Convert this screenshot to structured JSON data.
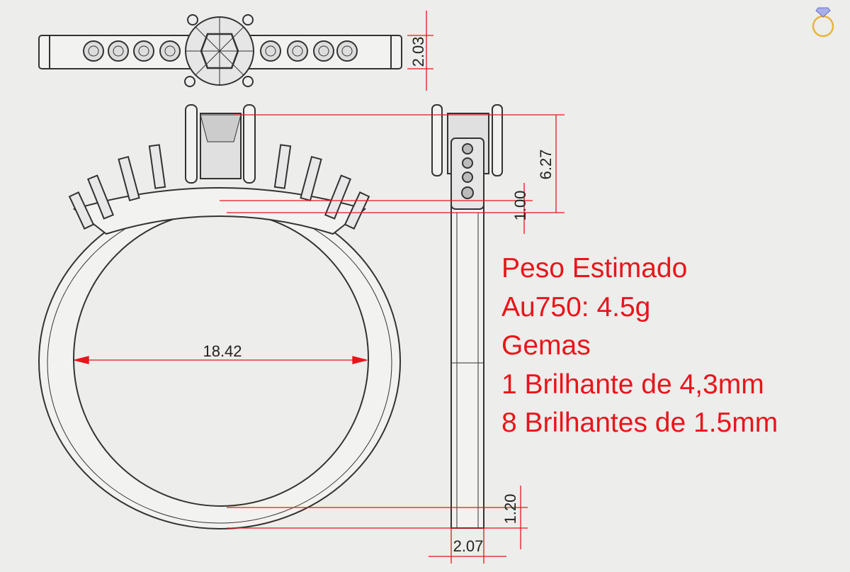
{
  "dimensions": {
    "top_height": "2.03",
    "head_height": "6.27",
    "gallery_height": "1.00",
    "inner_diameter": "18.42",
    "shank_thickness": "1.20",
    "shank_width": "2.07"
  },
  "specs": {
    "title": "Peso Estimado",
    "weight": "Au750: 4.5g",
    "gems_label": "Gemas",
    "center_stone": "1 Brilhante de 4,3mm",
    "side_stones": "8 Brilhantes de 1.5mm"
  },
  "logo": {
    "name": "ring-logo-icon"
  },
  "colors": {
    "dimension": "#e8151b",
    "line": "#333333",
    "background": "#ededeb"
  }
}
